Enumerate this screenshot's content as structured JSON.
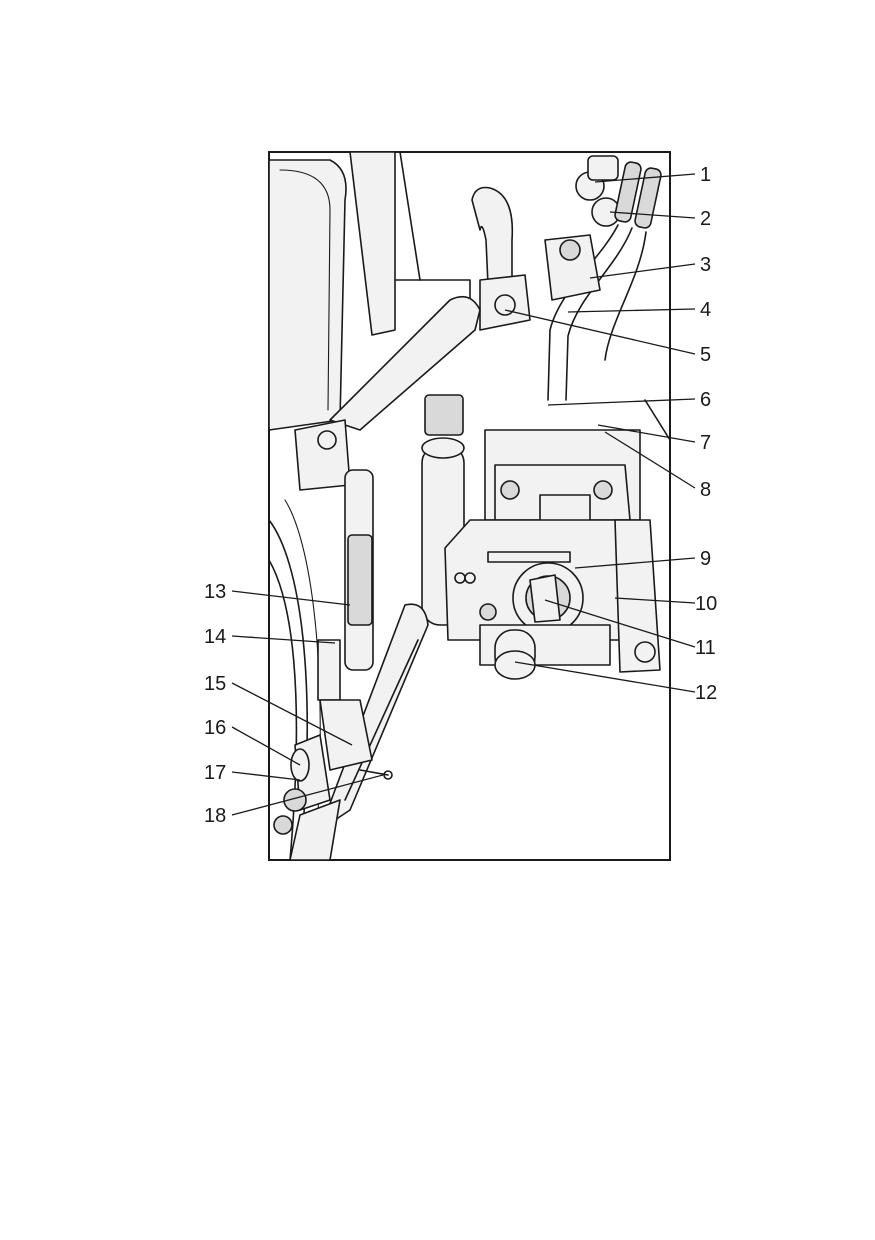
{
  "callouts": [
    "1",
    "2",
    "3",
    "4",
    "5",
    "6",
    "7",
    "8",
    "9",
    "10",
    "11",
    "12",
    "13",
    "14",
    "15",
    "16",
    "17",
    "18"
  ],
  "colors": {
    "ink": "#1a1a1a",
    "paper": "#ffffff",
    "shade": "#d9d9d9"
  }
}
